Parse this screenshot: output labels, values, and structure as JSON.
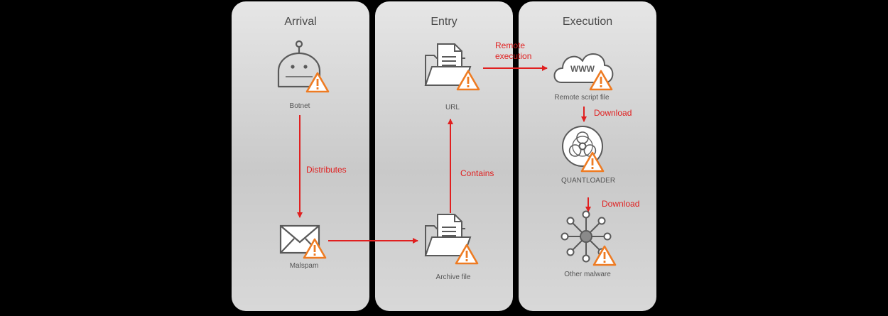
{
  "panels": [
    {
      "title": "Arrival"
    },
    {
      "title": "Entry"
    },
    {
      "title": "Execution"
    }
  ],
  "nodes": {
    "botnet": "Botnet",
    "malspam": "Malspam",
    "url": "URL",
    "archive": "Archive file",
    "remote_script": "Remote script file",
    "quantloader": "QUANTLOADER",
    "other_malware": "Other malware"
  },
  "edges": {
    "distributes": "Distributes",
    "contains": "Contains",
    "remote_execution_line1": "Remote",
    "remote_execution_line2": "execution",
    "download_1": "Download",
    "download_2": "Download"
  },
  "icons": {
    "botnet": "robot-icon",
    "malspam": "envelope-icon",
    "url": "folder-document-icon",
    "archive": "folder-document-icon",
    "remote_script": "www-cloud-icon",
    "quantloader": "biohazard-icon",
    "other_malware": "network-hub-icon",
    "warning": "warning-triangle-icon"
  },
  "colors": {
    "arrow": "#e01f1f",
    "warning": "#ee7b22",
    "icon_stroke": "#5a5a5a"
  }
}
